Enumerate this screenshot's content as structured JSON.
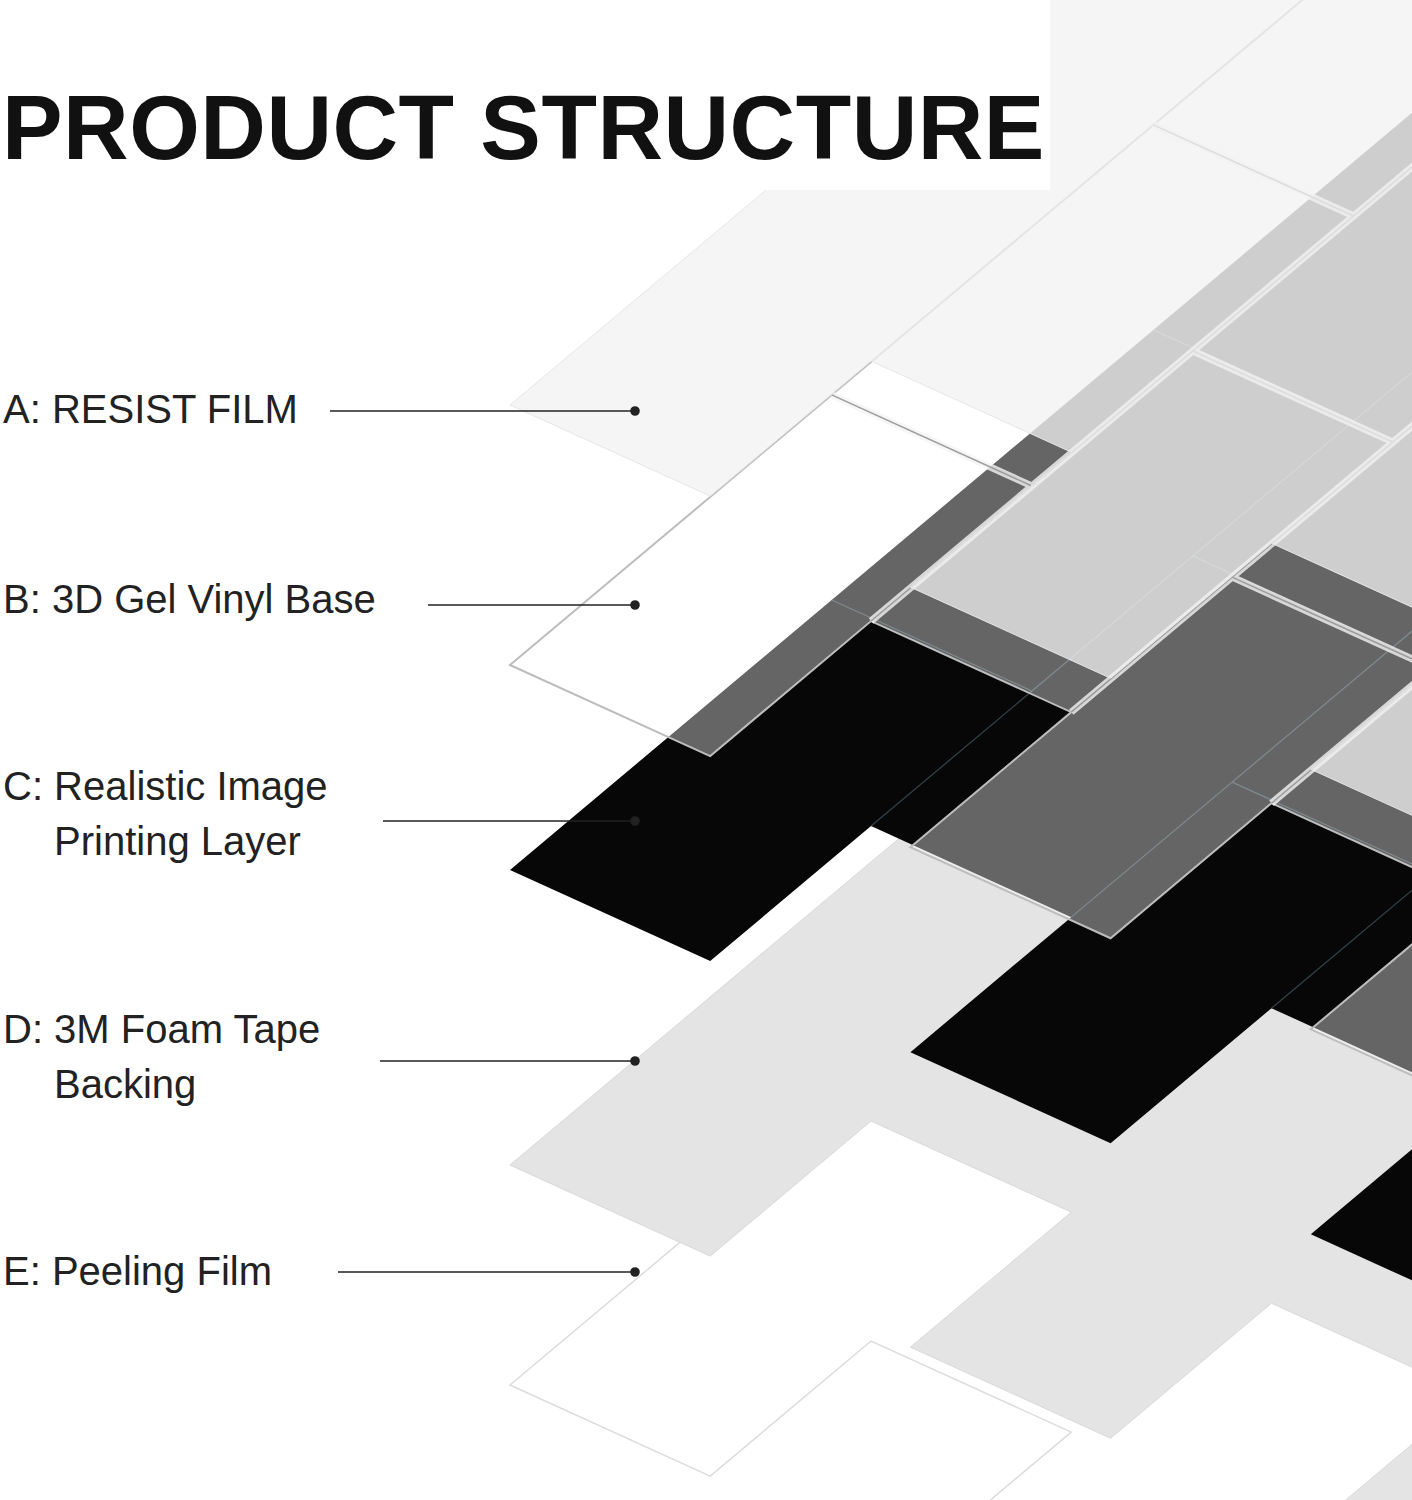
{
  "diagram": {
    "title": "PRODUCT STRUCTURE",
    "labels": [
      "A: RESIST FILM",
      "B: 3D Gel Vinyl Base",
      "C: Realistic Image Printing Layer",
      "D: 3M Foam Tape Backing",
      "E: Peeling Film"
    ]
  }
}
